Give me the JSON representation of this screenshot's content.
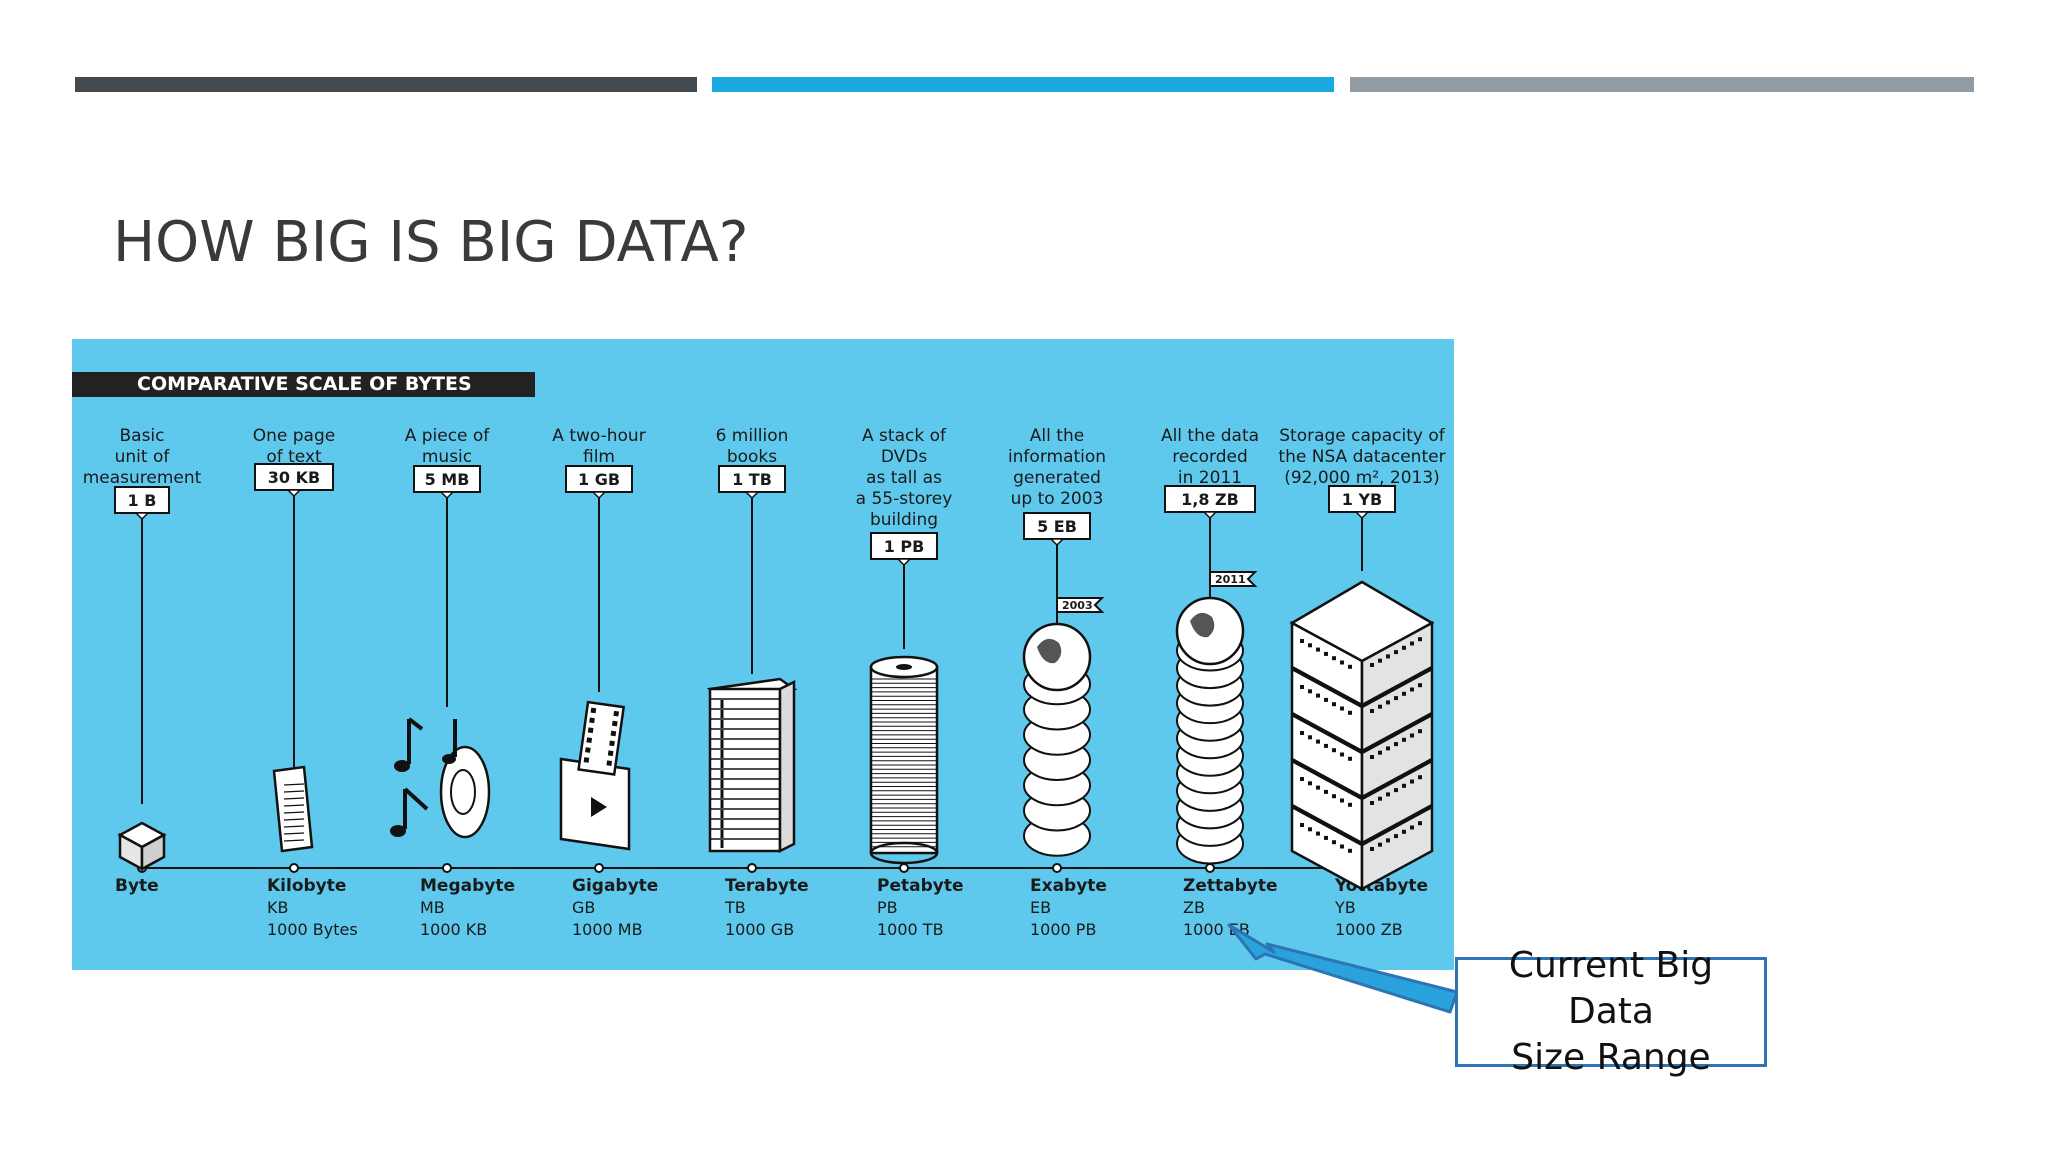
{
  "slide": {
    "title": "HOW BIG IS BIG DATA?",
    "colors": {
      "bar_dark": "#434a4f",
      "bar_blue": "#1ba9e1",
      "bar_gray": "#929ba2",
      "infographic_bg": "#5ec9ec",
      "callout_border": "#2c74b3"
    }
  },
  "infographic": {
    "header": "COMPARATIVE SCALE OF BYTES",
    "units": [
      {
        "desc": [
          "Basic",
          "unit of",
          "measurement"
        ],
        "tag": "1 B",
        "name": "Byte",
        "abbr": "",
        "equiv": "",
        "icon": "cube-icon"
      },
      {
        "desc": [
          "One page",
          "of text"
        ],
        "tag": "30 KB",
        "name": "Kilobyte",
        "abbr": "KB",
        "equiv": "1000 Bytes",
        "icon": "page-icon"
      },
      {
        "desc": [
          "A piece of",
          "music"
        ],
        "tag": "5 MB",
        "name": "Megabyte",
        "abbr": "MB",
        "equiv": "1000 KB",
        "icon": "music-icon"
      },
      {
        "desc": [
          "A two-hour",
          "film"
        ],
        "tag": "1 GB",
        "name": "Gigabyte",
        "abbr": "GB",
        "equiv": "1000 MB",
        "icon": "film-icon"
      },
      {
        "desc": [
          "6 million",
          "books"
        ],
        "tag": "1 TB",
        "name": "Terabyte",
        "abbr": "TB",
        "equiv": "1000 GB",
        "icon": "books-icon"
      },
      {
        "desc": [
          "A stack of",
          "DVDs",
          "as tall as",
          "a 55-storey",
          "building"
        ],
        "tag": "1 PB",
        "name": "Petabyte",
        "abbr": "PB",
        "equiv": "1000 TB",
        "icon": "dvd-stack-icon"
      },
      {
        "desc": [
          "All the",
          "information",
          "generated",
          "up to 2003"
        ],
        "tag": "5 EB",
        "name": "Exabyte",
        "abbr": "EB",
        "equiv": "1000 PB",
        "icon": "globe-stack-icon",
        "flag": "2003"
      },
      {
        "desc": [
          "All the data",
          "recorded",
          "in 2011"
        ],
        "tag": "1,8 ZB",
        "name": "Zettabyte",
        "abbr": "ZB",
        "equiv": "1000 EB",
        "icon": "globe-stack-icon",
        "flag": "2011"
      },
      {
        "desc": [
          "Storage capacity of",
          "the NSA datacenter",
          "(92,000 m², 2013)"
        ],
        "tag": "1 YB",
        "name": "Yottabyte",
        "abbr": "YB",
        "equiv": "1000 ZB",
        "icon": "server-stack-icon"
      }
    ]
  },
  "callout": {
    "text": "Current Big Data\nSize Range"
  }
}
